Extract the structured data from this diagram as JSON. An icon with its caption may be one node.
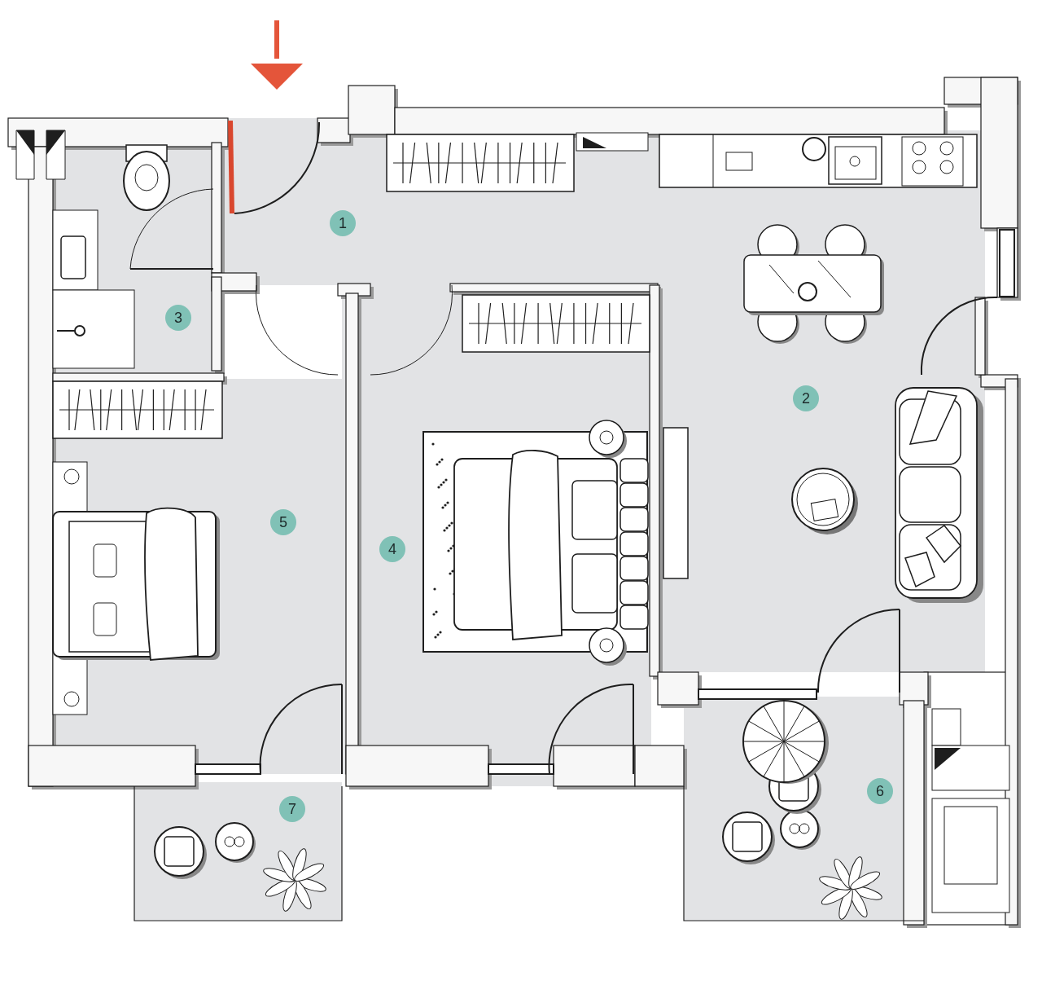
{
  "diagram": {
    "nodes": [
      {
        "text": [
          "1"
        ]
      },
      {
        "text": [
          "2"
        ]
      },
      {
        "text": [
          "3"
        ]
      },
      {
        "text": [
          "4"
        ]
      },
      {
        "text": [
          "5"
        ]
      },
      {
        "text": [
          "6"
        ]
      },
      {
        "text": [
          "7"
        ]
      }
    ]
  }
}
